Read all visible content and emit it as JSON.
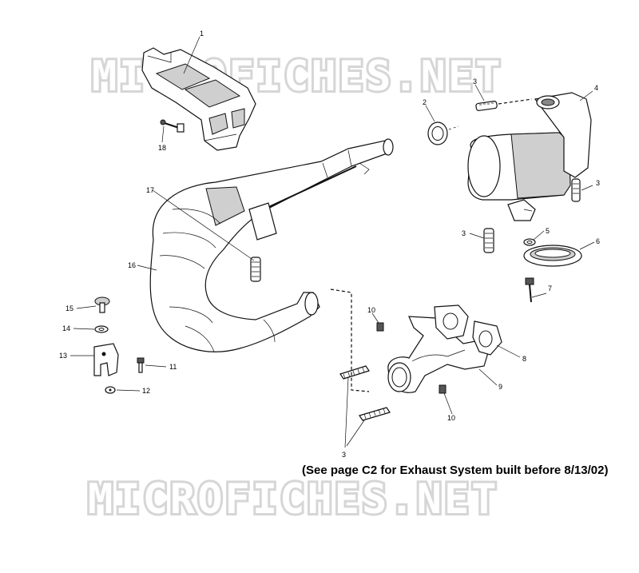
{
  "watermark": {
    "top": "MICROFICHES.NET",
    "bottom": "MICROFICHES.NET"
  },
  "note": "(See page C2 for Exhaust System built before 8/13/02)",
  "callouts": {
    "c1": "1",
    "c2": "2",
    "c3a": "3",
    "c3b": "3",
    "c3c": "3",
    "c3d": "3",
    "c4": "4",
    "c5": "5",
    "c6": "6",
    "c7": "7",
    "c8": "8",
    "c9": "9",
    "c10a": "10",
    "c10b": "10",
    "c11": "11",
    "c12": "12",
    "c13": "13",
    "c14": "14",
    "c15": "15",
    "c16": "16",
    "c17": "17",
    "c18": "18"
  }
}
